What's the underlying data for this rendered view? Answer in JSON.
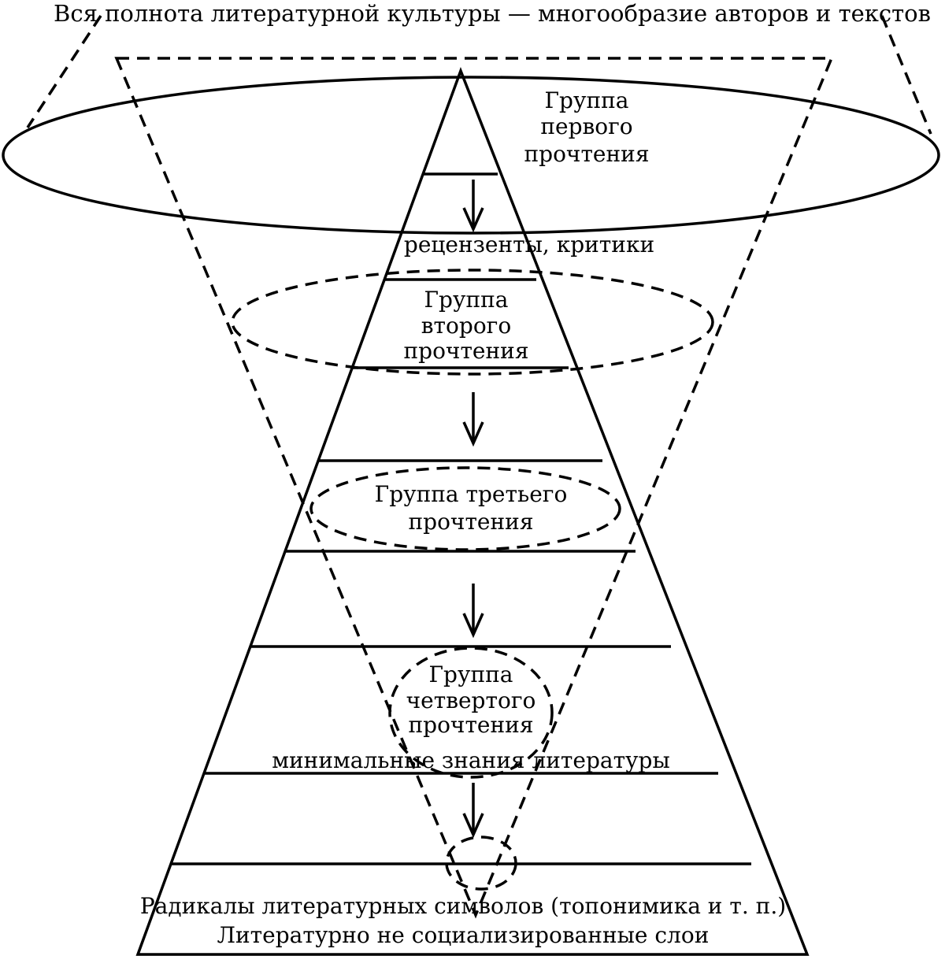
{
  "title": "Вся полнота литературной культуры — многообразие авторов и текстов",
  "groups": {
    "first": [
      "Группа",
      "первого",
      "прочтения"
    ],
    "second": [
      "Группа",
      "второго",
      "прочтения"
    ],
    "third": [
      "Группа третьего",
      "прочтения"
    ],
    "fourth": [
      "Группа",
      "четвертого",
      "прочтения"
    ]
  },
  "levels": {
    "reviewers": "рецензенты, критики",
    "minimal_knowledge": "минимальные знания литературы",
    "base_line1": "Радикалы литературных символов (топонимика и т. п.)",
    "base_line2": "Литературно не социализированные слои"
  }
}
